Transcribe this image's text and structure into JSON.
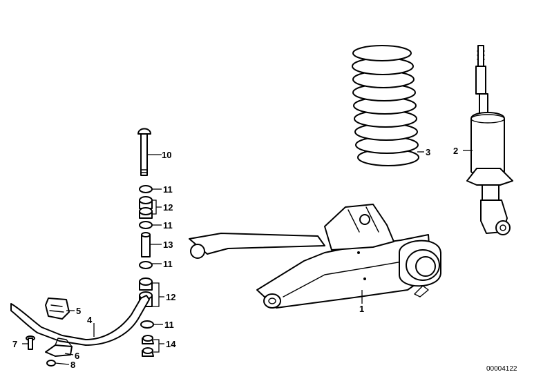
{
  "callouts": {
    "c1": "1",
    "c2": "2",
    "c3": "3",
    "c4": "4",
    "c5": "5",
    "c6": "6",
    "c7": "7",
    "c8": "8",
    "c10": "10",
    "c11a": "11",
    "c12a": "12",
    "c11b": "11",
    "c13": "13",
    "c11c": "11",
    "c12b": "12",
    "c11d": "11",
    "c14": "14"
  },
  "document_number": "00004122",
  "colors": {
    "line": "#000000",
    "background": "#ffffff"
  }
}
